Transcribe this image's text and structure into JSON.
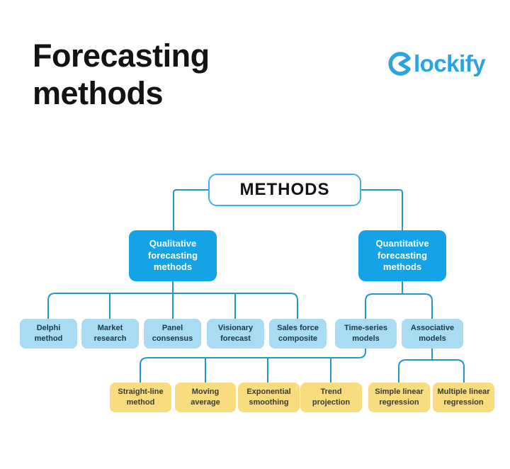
{
  "header": {
    "title": "Forecasting methods",
    "logo": {
      "brand": "Clockify",
      "text_after_mark": "lockify"
    }
  },
  "diagram": {
    "root": {
      "label": "METHODS"
    },
    "parents": [
      {
        "label": "Qualitative forecasting methods"
      },
      {
        "label": "Quantitative forecasting methods"
      }
    ],
    "qualitative_children": [
      {
        "label": "Delphi method"
      },
      {
        "label": "Market research"
      },
      {
        "label": "Panel consensus"
      },
      {
        "label": "Visionary forecast"
      },
      {
        "label": "Sales force composite"
      }
    ],
    "quantitative_children": [
      {
        "label": "Time-series models"
      },
      {
        "label": "Associative models"
      }
    ],
    "time_series_children": [
      {
        "label": "Straight-line method"
      },
      {
        "label": "Moving average"
      },
      {
        "label": "Exponential smoothing"
      },
      {
        "label": "Trend projection"
      }
    ],
    "associative_children": [
      {
        "label": "Simple linear regression"
      },
      {
        "label": "Multiple linear regression"
      }
    ]
  },
  "colors": {
    "brand_blue": "#2aa4df",
    "node_blue": "#14a3e6",
    "node_light_blue": "#a9dcf3",
    "node_yellow": "#f9dc7d",
    "connector_blue": "#2496d4",
    "root_border_blue": "#43b0e8",
    "dark_text_on_light_blue": "#17384e",
    "dark_text_on_yellow": "#3b3b33",
    "title_black": "#121314"
  }
}
